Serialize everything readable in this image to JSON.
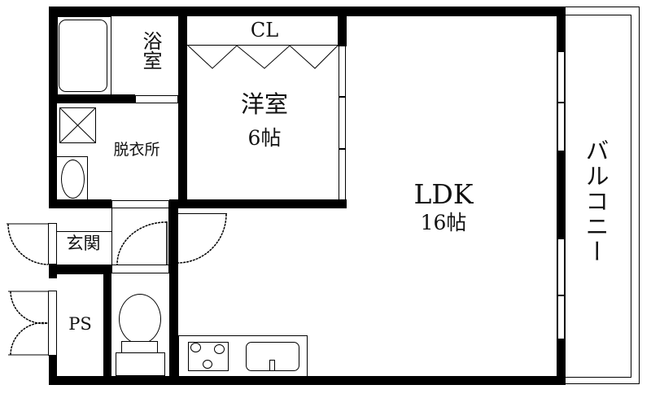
{
  "floor_plan": {
    "title": "1LDK floor plan",
    "rooms": [
      {
        "id": "bathroom",
        "label": "浴室"
      },
      {
        "id": "western-room",
        "label": "洋室",
        "size": "6帖"
      },
      {
        "id": "closet",
        "label": "CL"
      },
      {
        "id": "dressing-room",
        "label": "脱衣所"
      },
      {
        "id": "ldk",
        "label": "LDK",
        "size": "16帖"
      },
      {
        "id": "entrance",
        "label": "玄関"
      },
      {
        "id": "pipe-space",
        "label": "PS"
      },
      {
        "id": "balcony",
        "label": "バルコニー"
      }
    ],
    "fixtures": [
      "bathtub",
      "washing-machine-pan",
      "wash-basin",
      "toilet",
      "kitchen-stove",
      "kitchen-sink",
      "closet-folding-doors",
      "swing-doors",
      "sliding-windows"
    ],
    "colors": {
      "wall": "#000000",
      "background": "#ffffff",
      "text": "#111111"
    }
  }
}
